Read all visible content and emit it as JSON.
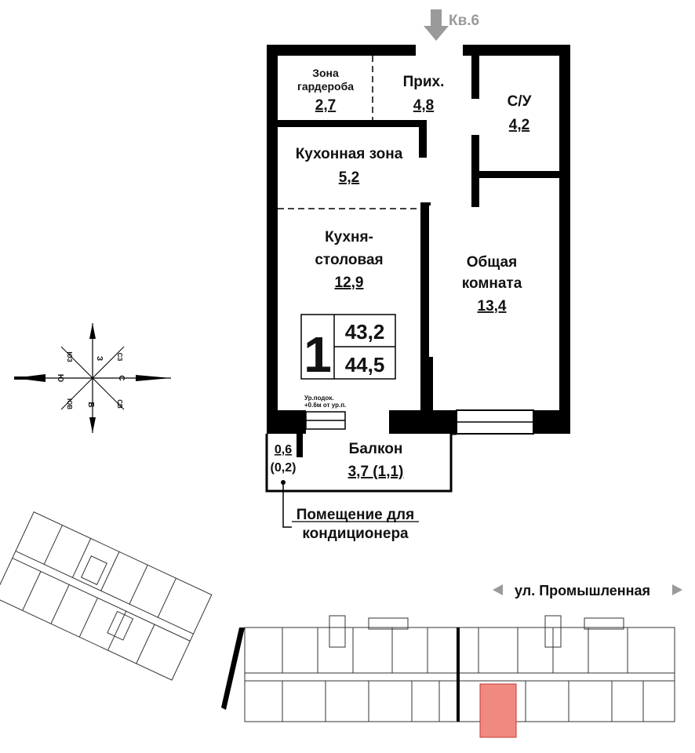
{
  "entrance": {
    "label": "Кв.6"
  },
  "rooms": {
    "wardrobe": {
      "name_line1": "Зона",
      "name_line2": "гардероба",
      "area": "2,7"
    },
    "hall": {
      "name": "Прих.",
      "area": "4,8"
    },
    "bathroom": {
      "name": "С/У",
      "area": "4,2"
    },
    "kitchen_zone": {
      "name": "Кухонная зона",
      "area": "5,2"
    },
    "kitchen_dining": {
      "name_line1": "Кухня-",
      "name_line2": "столовая",
      "area": "12,9"
    },
    "living": {
      "name_line1": "Общая",
      "name_line2": "комната",
      "area": "13,4"
    },
    "balcony": {
      "name": "Балкон",
      "area": "3,7 (1,1)"
    },
    "ac_niche": {
      "area": "0,6",
      "area_reduced": "(0,2)"
    }
  },
  "summary": {
    "rooms_count": "1",
    "living_area": "43,2",
    "total_area": "44,5"
  },
  "sill_note": {
    "line1": "Ур.подок.",
    "line2": "+0.6м от ур.п."
  },
  "ac_callout": {
    "line1": "Помещение для",
    "line2": "кондиционера"
  },
  "compass": {
    "n": "С",
    "s": "Ю",
    "e": "В",
    "w": "З",
    "ne": "СВ",
    "se": "ЮВ",
    "sw": "ЮЗ",
    "nw": "СЗ"
  },
  "street": {
    "name": "ул. Промышленная"
  },
  "colors": {
    "wall": "#000000",
    "arrow": "#9a9a9a",
    "highlight": "#f08a80",
    "highlight_stroke": "#c43a30",
    "keyplan_line": "#333333"
  }
}
